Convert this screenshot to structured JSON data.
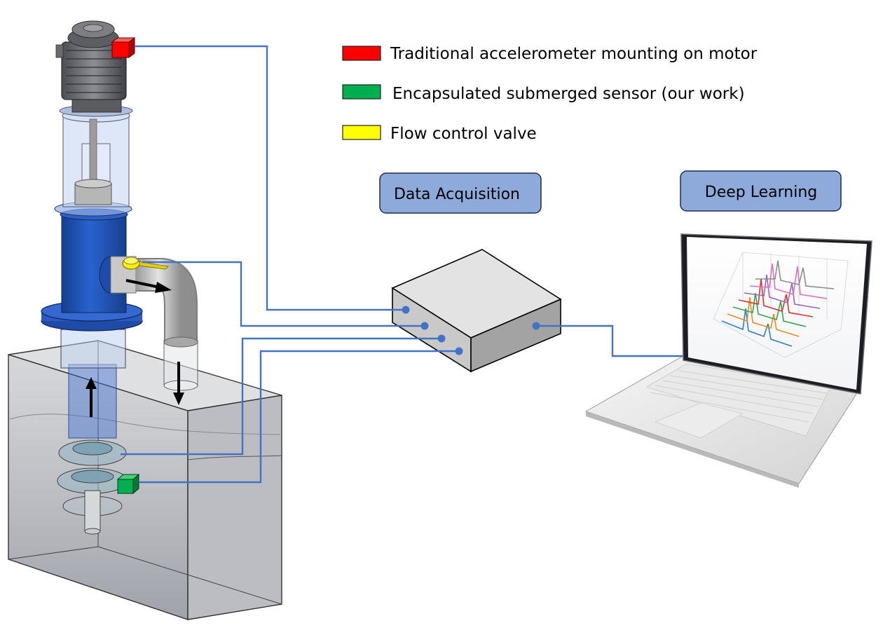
{
  "legend": {
    "items": [
      {
        "label": "Traditional accelerometer mounting on motor",
        "color": "#ff0000"
      },
      {
        "label": "Encapsulated submerged sensor (our work)",
        "color": "#00b050"
      },
      {
        "label": "Flow control valve",
        "color": "#ffff00"
      }
    ]
  },
  "stages": {
    "acquisition": {
      "label": "Data Acquisition"
    },
    "learning": {
      "label": "Deep Learning"
    }
  },
  "colors": {
    "wire": "#4472c4",
    "stage_fill": "#8eaadb",
    "pump_blue": "#2154b8",
    "tank": "#8c8f99"
  },
  "icons": {
    "motor": "motor-icon",
    "pump_column": "pump-column-icon",
    "tank": "water-tank-icon",
    "daq_box": "daq-box-icon",
    "laptop": "laptop-icon",
    "waterfall_plot": "waterfall-plot-icon"
  }
}
